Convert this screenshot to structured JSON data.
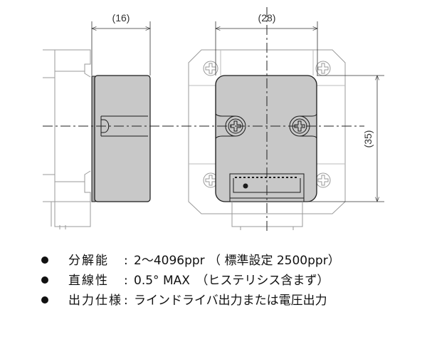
{
  "dimensions": {
    "depth": "(16)",
    "width": "(28)",
    "height": "(35)"
  },
  "specs": [
    {
      "label": "分解能",
      "value": "2～4096ppr （ 標準設定 2500ppr）"
    },
    {
      "label": "直線性",
      "value": "0.5° MAX　（ヒステリシス含まず）"
    },
    {
      "label": "出力仕様",
      "value": "ラインドライバ出力または電圧出力"
    }
  ],
  "colors": {
    "body": "#c8c8c8",
    "outline": "#1a1a1a",
    "motor": "#9a9a9a"
  }
}
